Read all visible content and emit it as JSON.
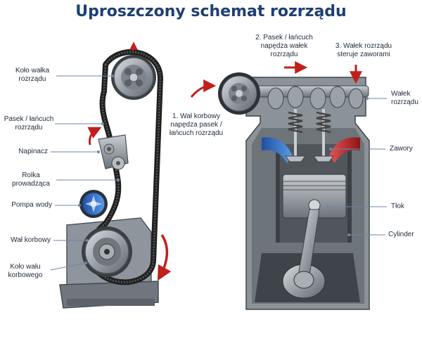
{
  "title": "Uproszczony schemat rozrządu",
  "labels": {
    "cam_wheel": "Koło wałka\nrozrządu",
    "belt_chain": "Pasek / łańcuch\nrozrządu",
    "tensioner": "Napinacz",
    "guide_roller": "Rolka\nprowadząca",
    "water_pump": "Pompa wody",
    "crankshaft": "Wał korbowy",
    "crank_wheel": "Koło wału\nkorbowego",
    "camshaft": "Wałek\nrozrządu",
    "valves": "Zawory",
    "piston": "Tłok",
    "cylinder": "Cylinder"
  },
  "steps": {
    "step1": "1. Wał korbowy\nnapędza pasek /\nłańcuch rozrządu",
    "step2": "2. Pasek / łańcuch\nnapędza wałek\nrozrządu",
    "step3": "3. Wałek rozrządu\nsteruje zaworami"
  },
  "colors": {
    "title": "#1f3f73",
    "arrow": "#c0201c",
    "leader": "#7a8fb0",
    "metal": "#8e959c",
    "belt": "#222222",
    "pump": "#2a62b3",
    "intake": "#2f6fd0",
    "exhaust": "#c62828"
  }
}
